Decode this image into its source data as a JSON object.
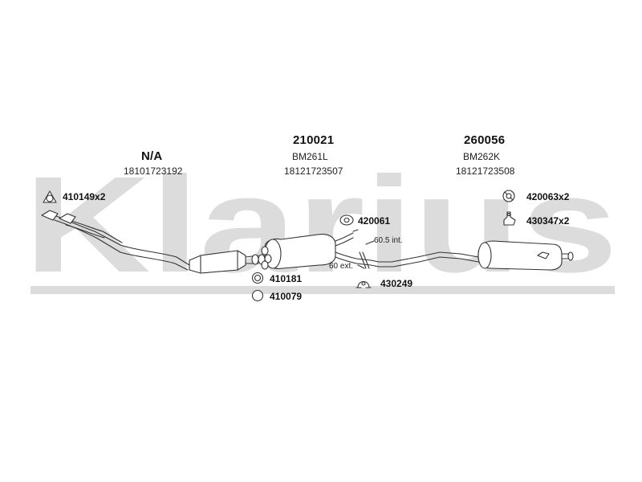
{
  "watermark": {
    "text": "Klarius",
    "color": "#dcdcdc"
  },
  "sections": [
    {
      "number": "N/A",
      "code": "",
      "ref": "18101723192"
    },
    {
      "number": "210021",
      "code": "BM261L",
      "ref": "18121723507"
    },
    {
      "number": "260056",
      "code": "BM262K",
      "ref": "18121723508"
    }
  ],
  "parts": [
    {
      "label": "410149x2",
      "icon": "gasket-icon"
    },
    {
      "label": "420061",
      "icon": "rubber-ring-icon"
    },
    {
      "label": "410181",
      "icon": "sealing-ring-icon"
    },
    {
      "label": "410079",
      "icon": "olive-ring-icon"
    },
    {
      "label": "430249",
      "icon": "clamp-icon"
    },
    {
      "label": "420063x2",
      "icon": "mounting-ring-icon"
    },
    {
      "label": "430347x2",
      "icon": "hanger-bracket-icon"
    }
  ],
  "dimensions": {
    "internal": "60.5 int.",
    "external": "60 ext."
  },
  "colors": {
    "line": "#333333",
    "fill": "#ffffff",
    "watermark": "#dcdcdc"
  }
}
